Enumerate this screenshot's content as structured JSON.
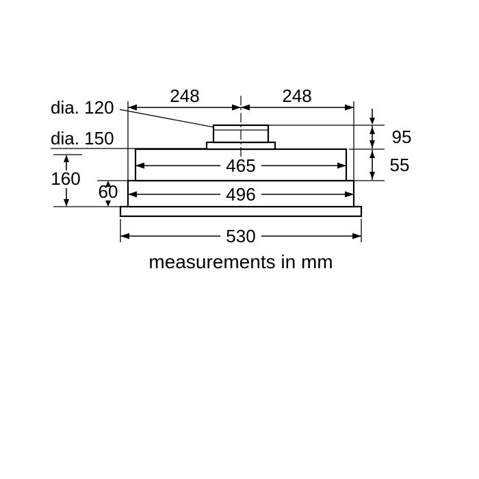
{
  "colors": {
    "line": "#000000",
    "background": "#ffffff"
  },
  "diagram": {
    "note": "measurements in mm",
    "labels": {
      "dia_120": "dia. 120",
      "dia_150": "dia. 150",
      "top_left_width": "248",
      "top_right_width": "248",
      "duct_height": "95",
      "top_section_height": "55",
      "body_height": "160",
      "lower_section_height": "60",
      "inner_width": "465",
      "mid_width": "496",
      "overall_width": "530"
    }
  }
}
